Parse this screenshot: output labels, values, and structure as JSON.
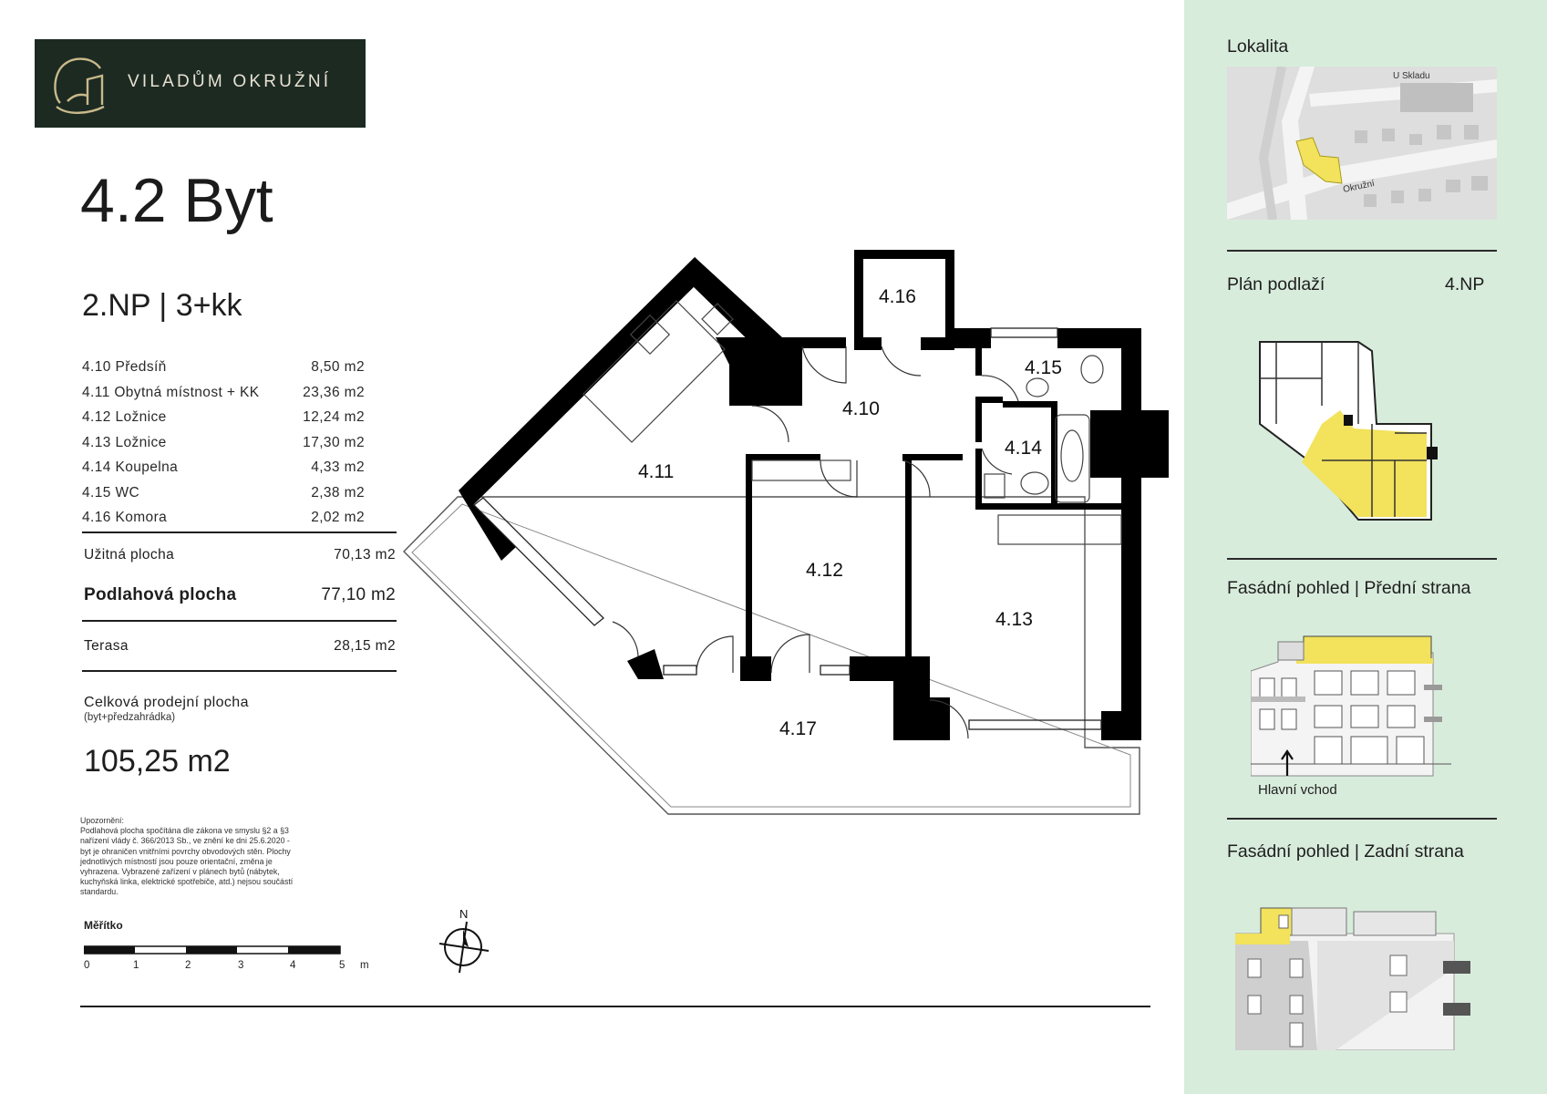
{
  "brand": {
    "name": "VILADŮM OKRUŽNÍ",
    "bg_color": "#1c2a22",
    "mark_color": "#c9b98a"
  },
  "unit": {
    "title": "4.2 Byt",
    "subtitle": "2.NP | 3+kk"
  },
  "rooms": [
    {
      "name": "4.10 Předsíň",
      "area": "8,50 m2"
    },
    {
      "name": " 4.11 Obytná místnost + KK",
      "area": "23,36 m2"
    },
    {
      "name": "4.12 Ložnice",
      "area": "12,24 m2"
    },
    {
      "name": "4.13 Ložnice",
      "area": "17,30 m2"
    },
    {
      "name": "4.14 Koupelna",
      "area": "4,33 m2"
    },
    {
      "name": "4.15 WC",
      "area": "2,38 m2"
    },
    {
      "name": "4.16 Komora",
      "area": "2,02 m2"
    }
  ],
  "summary": {
    "usable_label": "Užitná plocha",
    "usable_value": "70,13 m2",
    "floor_label": "Podlahová plocha",
    "floor_value": "77,10 m2",
    "terrace_label": "Terasa",
    "terrace_value": "28,15 m2"
  },
  "total": {
    "label": "Celková prodejní plocha",
    "note": "(byt+předzahrádka)",
    "value": "105,25 m2"
  },
  "notice": [
    "Upozornění:",
    "Podlahová plocha spočítána dle zákona ve smyslu §2 a §3",
    "nařízení vlády č. 366/2013 Sb., ve znění ke dni 25.6.2020 -",
    "byt je ohraničen vnitřními povrchy obvodových stěn. Plochy",
    "jednotlivých místností jsou pouze orientační, změna je",
    "vyhrazena. Vybrazené zařízení v plánech bytů (nábytek,",
    "kuchyňská linka, elektrické spotřebiče, atd.) nejsou součástí",
    "standardu."
  ],
  "scale": {
    "label": "Měřítko",
    "ticks": [
      "0",
      "1",
      "2",
      "3",
      "4",
      "5"
    ],
    "unit": "m"
  },
  "compass": {
    "label": "N"
  },
  "plan": {
    "wall_color": "#000000",
    "labels": {
      "r410": "4.10",
      "r411": "4.11",
      "r412": "4.12",
      "r413": "4.13",
      "r414": "4.14",
      "r415": "4.15",
      "r416": "4.16",
      "r417": "4.17"
    }
  },
  "sidebar": {
    "bg_color": "#d8ecdc",
    "highlight_color": "#f2e25c",
    "location_title": "Lokalita",
    "map_labels": {
      "street1": "U Skladu",
      "street2": "Okružní"
    },
    "floorplan_title": "Plán podlaží",
    "floorplan_level": "4.NP",
    "front_title": "Fasádní pohled | Přední strana",
    "front_entrance": "Hlavní vchod",
    "back_title": "Fasádní pohled | Zadní strana"
  }
}
